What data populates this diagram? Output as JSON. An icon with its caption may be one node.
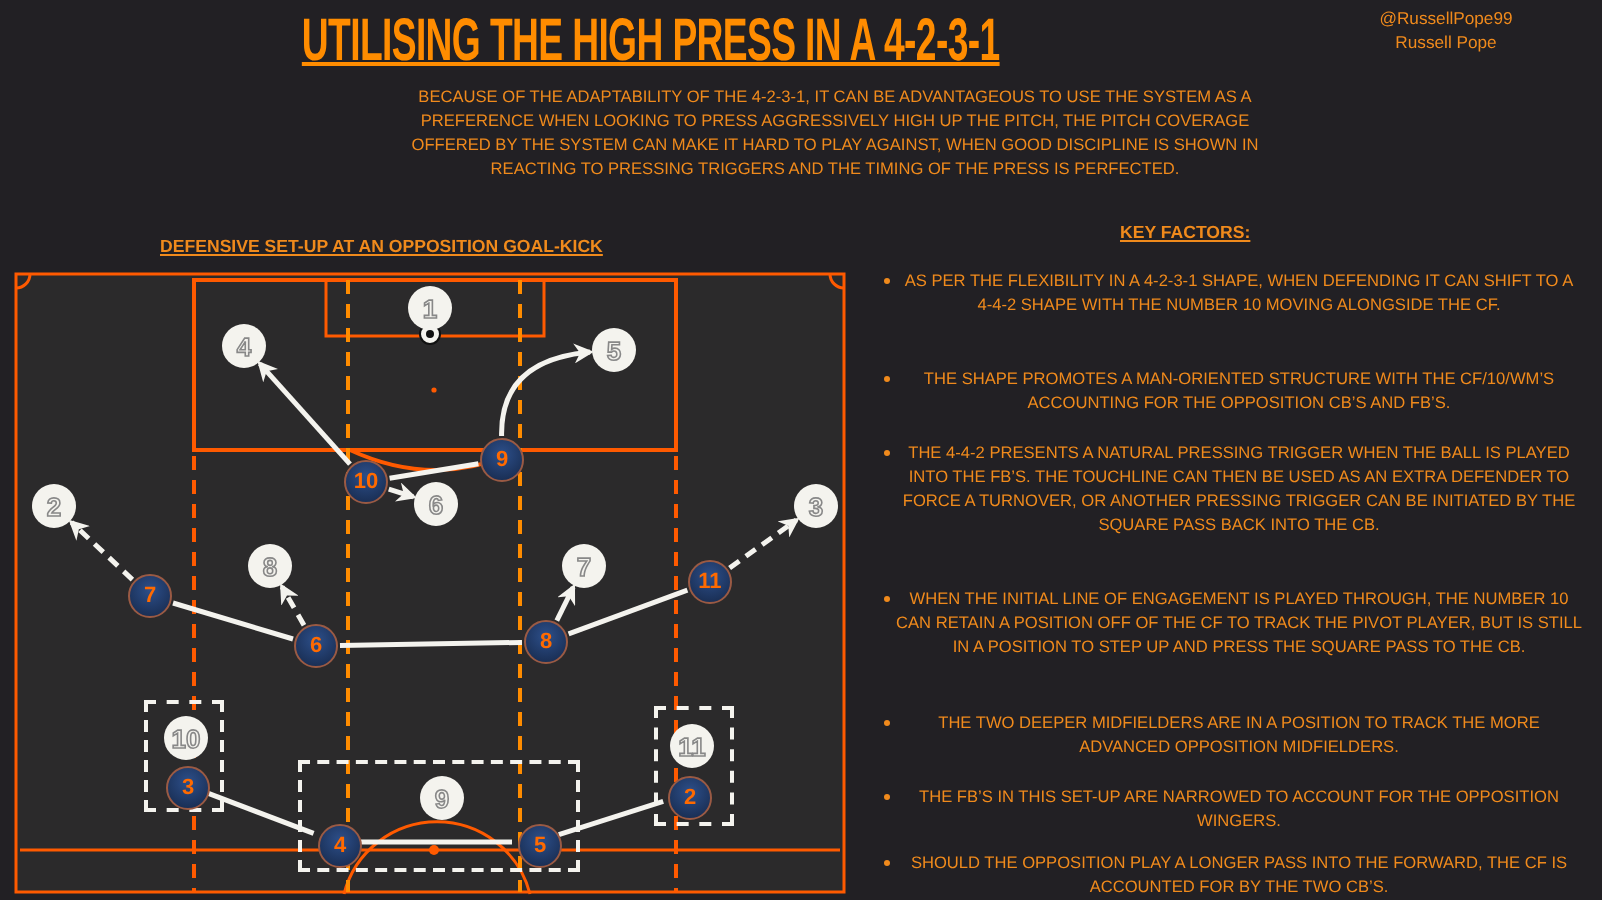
{
  "diagram": {
    "title": "UTILISING THE HIGH PRESS IN A 4-2-3-1",
    "nodes": [
      {
        "text": [
          "1"
        ]
      },
      {
        "text": [
          "4"
        ]
      },
      {
        "text": [
          "5"
        ]
      },
      {
        "text": [
          "9"
        ]
      },
      {
        "text": [
          "10"
        ]
      },
      {
        "text": [
          "2"
        ]
      },
      {
        "text": [
          "6"
        ]
      },
      {
        "text": [
          "3"
        ]
      },
      {
        "text": [
          "8"
        ]
      },
      {
        "text": [
          "7"
        ]
      },
      {
        "text": [
          "11"
        ]
      },
      {
        "text": [
          "7"
        ]
      },
      {
        "text": [
          "6"
        ]
      },
      {
        "text": [
          "8"
        ]
      },
      {
        "text": [],
        "shape": "box"
      },
      {
        "text": [
          "10"
        ],
        "in": 14
      },
      {
        "text": [
          "3"
        ],
        "in": 14
      },
      {
        "text": [],
        "shape": "box"
      },
      {
        "text": [
          "9"
        ],
        "in": 17
      },
      {
        "text": [
          "4"
        ],
        "in": 17
      },
      {
        "text": [
          "5"
        ],
        "in": 17
      },
      {
        "text": [],
        "shape": "box"
      },
      {
        "text": [
          "11"
        ],
        "in": 21
      },
      {
        "text": [
          "2"
        ],
        "in": 21
      }
    ],
    "edges": [
      {
        "from": 4,
        "to": 1,
        "arrow": "to"
      },
      {
        "from": 4,
        "to": 6,
        "arrow": "to"
      },
      {
        "from": 3,
        "to": 2,
        "arrow": "to"
      },
      {
        "from": 4,
        "to": 3,
        "arrow": "none"
      },
      {
        "from": 11,
        "to": 5,
        "arrow": "to",
        "style": "dashed"
      },
      {
        "from": 12,
        "to": 8,
        "arrow": "to",
        "style": "dashed"
      },
      {
        "from": 13,
        "to": 9,
        "arrow": "to"
      },
      {
        "from": 10,
        "to": 7,
        "arrow": "to",
        "style": "dashed"
      },
      {
        "from": 11,
        "to": 12,
        "arrow": "none"
      },
      {
        "from": 12,
        "to": 13,
        "arrow": "none"
      },
      {
        "from": 13,
        "to": 10,
        "arrow": "none"
      },
      {
        "from": 16,
        "to": 19,
        "arrow": "none"
      },
      {
        "from": 19,
        "to": 20,
        "arrow": "none"
      },
      {
        "from": 20,
        "to": 23,
        "arrow": "none"
      }
    ],
    "labels": [
      "@RussellPope99",
      "Russell Pope",
      "BECAUSE OF THE ADAPTABILITY OF THE 4-2-3-1, IT CAN BE ADVANTAGEOUS TO USE THE SYSTEM AS A PREFERENCE WHEN LOOKING TO PRESS AGGRESSIVELY HIGH UP THE PITCH, THE PITCH COVERAGE OFFERED BY THE SYSTEM CAN MAKE IT HARD TO PLAY AGAINST, WHEN GOOD DISCIPLINE IS SHOWN IN REACTING TO PRESSING TRIGGERS AND THE TIMING OF THE PRESS IS PERFECTED.",
      "DEFENSIVE SET-UP AT AN OPPOSITION GOAL-KICK",
      "KEY FACTORS:",
      "AS PER THE FLEXIBILITY IN A 4-2-3-1 SHAPE, WHEN DEFENDING IT CAN SHIFT TO A 4-4-2 SHAPE WITH THE NUMBER 10 MOVING ALONGSIDE THE CF.",
      "THE SHAPE PROMOTES A MAN-ORIENTED STRUCTURE WITH THE CF/10/WM’S ACCOUNTING FOR THE OPPOSITION CB’S AND FB’S.",
      "THE 4-4-2 PRESENTS A NATURAL PRESSING TRIGGER WHEN THE BALL IS PLAYED INTO THE FB’S. THE TOUCHLINE CAN THEN BE USED AS AN EXTRA DEFENDER TO FORCE A TURNOVER, OR ANOTHER PRESSING TRIGGER CAN BE INITIATED BY THE SQUARE PASS BACK INTO THE CB.",
      "WHEN THE INITIAL LINE OF ENGAGEMENT IS PLAYED THROUGH, THE NUMBER 10 CAN RETAIN A POSITION OFF OF THE CF TO TRACK THE PIVOT PLAYER, BUT IS STILL IN A POSITION TO STEP UP AND PRESS THE SQUARE PASS TO THE CB.",
      "THE TWO DEEPER MIDFIELDERS ARE IN A POSITION TO TRACK THE MORE ADVANCED OPPOSITION MIDFIELDERS.",
      "THE FB’S IN THIS SET-UP ARE NARROWED TO ACCOUNT FOR THE OPPOSITION WINGERS.",
      "SHOULD THE OPPOSITION PLAY A LONGER PASS INTO THE FORWARD, THE CF IS ACCOUNTED FOR BY THE TWO CB’S."
    ]
  }
}
